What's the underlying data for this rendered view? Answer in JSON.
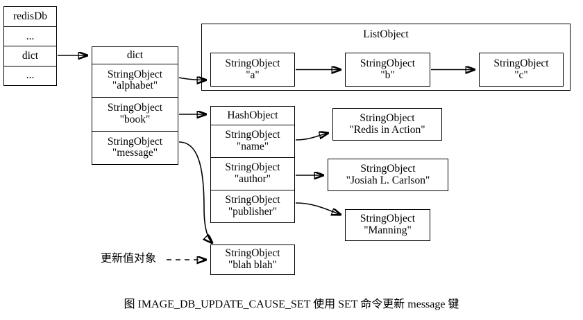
{
  "diagram": {
    "title_caption": "图 IMAGE_DB_UPDATE_CAUSE_SET   使用 SET 命令更新 message 键",
    "background_color": "#ffffff",
    "stroke_color": "#000000",
    "redis_db": {
      "name": "redisDb",
      "rows": [
        {
          "label": "redisDb",
          "kind": "header"
        },
        {
          "label": "...",
          "kind": "ellipsis"
        },
        {
          "label": "dict",
          "kind": "field"
        },
        {
          "label": "...",
          "kind": "ellipsis"
        }
      ]
    },
    "dict": {
      "header": "dict",
      "keys": [
        {
          "type": "StringObject",
          "value": "\"alphabet\""
        },
        {
          "type": "StringObject",
          "value": "\"book\""
        },
        {
          "type": "StringObject",
          "value": "\"message\""
        }
      ]
    },
    "list_object": {
      "title": "ListObject",
      "nodes": [
        {
          "type": "StringObject",
          "value": "\"a\""
        },
        {
          "type": "StringObject",
          "value": "\"b\""
        },
        {
          "type": "StringObject",
          "value": "\"c\""
        }
      ]
    },
    "hash_object": {
      "header": "HashObject",
      "fields": [
        {
          "type": "StringObject",
          "value": "\"name\""
        },
        {
          "type": "StringObject",
          "value": "\"author\""
        },
        {
          "type": "StringObject",
          "value": "\"publisher\""
        }
      ],
      "values": [
        {
          "type": "StringObject",
          "value": "\"Redis in Action\""
        },
        {
          "type": "StringObject",
          "value": "\"Josiah L. Carlson\""
        },
        {
          "type": "StringObject",
          "value": "\"Manning\""
        }
      ]
    },
    "updated_value": {
      "annotation": "更新值对象",
      "object": {
        "type": "StringObject",
        "value": "\"blah blah\""
      }
    }
  }
}
